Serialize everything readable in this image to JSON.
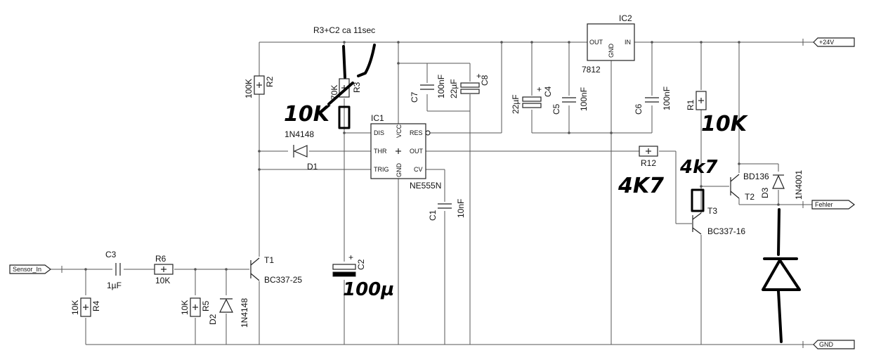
{
  "note": "R3+C2 ca 11sec",
  "nets": {
    "sensor_in": "Sensor_In",
    "plus24": "+24V",
    "fehler": "Fehler",
    "gnd": "GND"
  },
  "parts": {
    "r2": {
      "ref": "R2",
      "value": "100K"
    },
    "r3": {
      "ref": "R3",
      "value": "70K"
    },
    "r4": {
      "ref": "R4",
      "value": "10K"
    },
    "r5": {
      "ref": "R5",
      "value": "10K"
    },
    "r6": {
      "ref": "R6",
      "value": "10K"
    },
    "r1": {
      "ref": "R1"
    },
    "r12": {
      "ref": "R12"
    },
    "c1": {
      "ref": "C1",
      "value": "10nF"
    },
    "c2": {
      "ref": "C2"
    },
    "c3": {
      "ref": "C3",
      "value": "1µF"
    },
    "c4": {
      "ref": "C4",
      "value": "22µF"
    },
    "c5": {
      "ref": "C5",
      "value": "100nF"
    },
    "c6": {
      "ref": "C6",
      "value": "100nF"
    },
    "c7": {
      "ref": "C7",
      "value": "100nF"
    },
    "c8": {
      "ref": "C8",
      "value": "22µF"
    },
    "d1": {
      "ref": "D1",
      "value": "1N4148"
    },
    "d2": {
      "ref": "D2",
      "value": "1N4148"
    },
    "d3": {
      "ref": "D3",
      "value": "1N4001"
    },
    "t1": {
      "ref": "T1",
      "value": "BC337-25"
    },
    "t2": {
      "ref": "T2",
      "value": "BD136"
    },
    "t3": {
      "ref": "T3",
      "value": "BC337-16"
    },
    "ic1": {
      "ref": "IC1",
      "value": "NE555N",
      "pins": {
        "dis": "DIS",
        "thr": "THR",
        "trig": "TRIG",
        "vcc": "VCC",
        "gnd": "GND",
        "res": "RES",
        "out": "OUT",
        "cv": "CV"
      }
    },
    "ic2": {
      "ref": "IC2",
      "value": "7812",
      "pins": {
        "out": "OUT",
        "in": "IN",
        "gnd": "GND"
      }
    }
  },
  "handwritten": {
    "r3_new": "10K",
    "c2_new": "100µ",
    "r1_new": "10K",
    "r12_new": "4K7",
    "t3_base": "4k7"
  }
}
